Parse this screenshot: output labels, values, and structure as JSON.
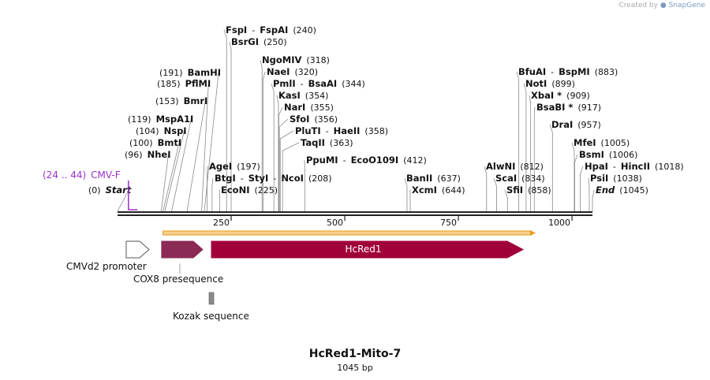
{
  "credit": {
    "created_by": "Created by",
    "brand": "SnapGene"
  },
  "title": "HcRed1-Mito-7",
  "length_label": "1045 bp",
  "sequence_length": 1045,
  "ticks": [
    "250",
    "500",
    "750",
    "1000"
  ],
  "colors": {
    "backbone": "#222222",
    "hcred1": "#a0003a",
    "cox8": "#8b2a55",
    "promoter_fill": "#ffffff",
    "orf": "#e89a1a",
    "kozak": "#8a8a8a",
    "primer": "#9b30c8"
  },
  "primer": {
    "range": "(24 .. 44)",
    "name": "CMV-F",
    "start": 24,
    "end": 44
  },
  "sites": [
    {
      "id": "start",
      "parts": [
        {
          "t": "(0)",
          "k": "pos"
        },
        {
          "t": "Start",
          "k": "name",
          "i": true
        }
      ],
      "pos": 0
    },
    {
      "id": "nhei",
      "parts": [
        {
          "t": "(96)",
          "k": "pos"
        },
        {
          "t": "NheI",
          "k": "name"
        }
      ],
      "pos": 96
    },
    {
      "id": "bmti",
      "parts": [
        {
          "t": "(100)",
          "k": "pos"
        },
        {
          "t": "BmtI",
          "k": "name"
        }
      ],
      "pos": 100
    },
    {
      "id": "nspi",
      "parts": [
        {
          "t": "(104)",
          "k": "pos"
        },
        {
          "t": "NspI",
          "k": "name"
        }
      ],
      "pos": 104
    },
    {
      "id": "mspa1i",
      "parts": [
        {
          "t": "(119)",
          "k": "pos"
        },
        {
          "t": "MspA1I",
          "k": "name"
        }
      ],
      "pos": 119
    },
    {
      "id": "bmri",
      "parts": [
        {
          "t": "(153)",
          "k": "pos"
        },
        {
          "t": "BmrI",
          "k": "name"
        }
      ],
      "pos": 153
    },
    {
      "id": "pflmi",
      "parts": [
        {
          "t": "(185)",
          "k": "pos"
        },
        {
          "t": "PflMI",
          "k": "name"
        }
      ],
      "pos": 185
    },
    {
      "id": "bamhi",
      "parts": [
        {
          "t": "(191)",
          "k": "pos"
        },
        {
          "t": "BamHI",
          "k": "name"
        }
      ],
      "pos": 191
    },
    {
      "id": "agei",
      "parts": [
        {
          "t": "AgeI",
          "k": "name"
        },
        {
          "t": "(197)",
          "k": "pos"
        }
      ],
      "pos": 197
    },
    {
      "id": "btgi",
      "parts": [
        {
          "t": "BtgI",
          "k": "name"
        },
        {
          "t": "-",
          "k": "pos"
        },
        {
          "t": "StyI",
          "k": "name"
        },
        {
          "t": "-",
          "k": "pos"
        },
        {
          "t": "NcoI",
          "k": "name"
        },
        {
          "t": "(208)",
          "k": "pos"
        }
      ],
      "pos": 208
    },
    {
      "id": "econi",
      "parts": [
        {
          "t": "EcoNI",
          "k": "name"
        },
        {
          "t": "(225)",
          "k": "pos"
        }
      ],
      "pos": 225
    },
    {
      "id": "fspi",
      "parts": [
        {
          "t": "FspI",
          "k": "name"
        },
        {
          "t": "-",
          "k": "pos"
        },
        {
          "t": "FspAI",
          "k": "name"
        },
        {
          "t": "(240)",
          "k": "pos"
        }
      ],
      "pos": 240
    },
    {
      "id": "bsrgi",
      "parts": [
        {
          "t": "BsrGI",
          "k": "name"
        },
        {
          "t": "(250)",
          "k": "pos"
        }
      ],
      "pos": 250
    },
    {
      "id": "ngomiv",
      "parts": [
        {
          "t": "NgoMIV",
          "k": "name"
        },
        {
          "t": "(318)",
          "k": "pos"
        }
      ],
      "pos": 318
    },
    {
      "id": "naei",
      "parts": [
        {
          "t": "NaeI",
          "k": "name"
        },
        {
          "t": "(320)",
          "k": "pos"
        }
      ],
      "pos": 320
    },
    {
      "id": "pmli",
      "parts": [
        {
          "t": "PmlI",
          "k": "name"
        },
        {
          "t": "-",
          "k": "pos"
        },
        {
          "t": "BsaAI",
          "k": "name"
        },
        {
          "t": "(344)",
          "k": "pos"
        }
      ],
      "pos": 344
    },
    {
      "id": "kasi",
      "parts": [
        {
          "t": "KasI",
          "k": "name"
        },
        {
          "t": "(354)",
          "k": "pos"
        }
      ],
      "pos": 354
    },
    {
      "id": "nari",
      "parts": [
        {
          "t": "NarI",
          "k": "name"
        },
        {
          "t": "(355)",
          "k": "pos"
        }
      ],
      "pos": 355
    },
    {
      "id": "sfoi",
      "parts": [
        {
          "t": "SfoI",
          "k": "name"
        },
        {
          "t": "(356)",
          "k": "pos"
        }
      ],
      "pos": 356
    },
    {
      "id": "pluti",
      "parts": [
        {
          "t": "PluTI",
          "k": "name"
        },
        {
          "t": "-",
          "k": "pos"
        },
        {
          "t": "HaeII",
          "k": "name"
        },
        {
          "t": "(358)",
          "k": "pos"
        }
      ],
      "pos": 358
    },
    {
      "id": "taqii",
      "parts": [
        {
          "t": "TaqII",
          "k": "name"
        },
        {
          "t": "(363)",
          "k": "pos"
        }
      ],
      "pos": 363
    },
    {
      "id": "ppumi",
      "parts": [
        {
          "t": "PpuMI",
          "k": "name"
        },
        {
          "t": "-",
          "k": "pos"
        },
        {
          "t": "EcoO109I",
          "k": "name"
        },
        {
          "t": "(412)",
          "k": "pos"
        }
      ],
      "pos": 412
    },
    {
      "id": "banii",
      "parts": [
        {
          "t": "BanII",
          "k": "name"
        },
        {
          "t": "(637)",
          "k": "pos"
        }
      ],
      "pos": 637
    },
    {
      "id": "xcmi",
      "parts": [
        {
          "t": "XcmI",
          "k": "name"
        },
        {
          "t": "(644)",
          "k": "pos"
        }
      ],
      "pos": 644
    },
    {
      "id": "alwni",
      "parts": [
        {
          "t": "AlwNI",
          "k": "name"
        },
        {
          "t": "(812)",
          "k": "pos"
        }
      ],
      "pos": 812
    },
    {
      "id": "scai",
      "parts": [
        {
          "t": "ScaI",
          "k": "name"
        },
        {
          "t": "(834)",
          "k": "pos"
        }
      ],
      "pos": 834
    },
    {
      "id": "sfii",
      "parts": [
        {
          "t": "SfiI",
          "k": "name"
        },
        {
          "t": "(858)",
          "k": "pos"
        }
      ],
      "pos": 858
    },
    {
      "id": "bfuai",
      "parts": [
        {
          "t": "BfuAI",
          "k": "name"
        },
        {
          "t": "-",
          "k": "pos"
        },
        {
          "t": "BspMI",
          "k": "name"
        },
        {
          "t": "(883)",
          "k": "pos"
        }
      ],
      "pos": 883
    },
    {
      "id": "noti",
      "parts": [
        {
          "t": "NotI",
          "k": "name"
        },
        {
          "t": "(899)",
          "k": "pos"
        }
      ],
      "pos": 899
    },
    {
      "id": "xbai",
      "parts": [
        {
          "t": "XbaI *",
          "k": "name"
        },
        {
          "t": "(909)",
          "k": "pos"
        }
      ],
      "pos": 909
    },
    {
      "id": "bsabi",
      "parts": [
        {
          "t": "BsaBI *",
          "k": "name"
        },
        {
          "t": "(917)",
          "k": "pos"
        }
      ],
      "pos": 917
    },
    {
      "id": "drai",
      "parts": [
        {
          "t": "DraI",
          "k": "name"
        },
        {
          "t": "(957)",
          "k": "pos"
        }
      ],
      "pos": 957
    },
    {
      "id": "mfei",
      "parts": [
        {
          "t": "MfeI",
          "k": "name"
        },
        {
          "t": "(1005)",
          "k": "pos"
        }
      ],
      "pos": 1005
    },
    {
      "id": "bsmi",
      "parts": [
        {
          "t": "BsmI",
          "k": "name"
        },
        {
          "t": "(1006)",
          "k": "pos"
        }
      ],
      "pos": 1006
    },
    {
      "id": "hpai",
      "parts": [
        {
          "t": "HpaI",
          "k": "name"
        },
        {
          "t": "-",
          "k": "pos"
        },
        {
          "t": "HincII",
          "k": "name"
        },
        {
          "t": "(1018)",
          "k": "pos"
        }
      ],
      "pos": 1018
    },
    {
      "id": "psii",
      "parts": [
        {
          "t": "PsiI",
          "k": "name"
        },
        {
          "t": "(1038)",
          "k": "pos"
        }
      ],
      "pos": 1038
    },
    {
      "id": "end",
      "parts": [
        {
          "t": "End",
          "k": "name",
          "i": true
        },
        {
          "t": "(1045)",
          "k": "pos"
        }
      ],
      "pos": 1045
    }
  ],
  "features": [
    {
      "id": "cmvd2",
      "name": "CMVd2 promoter",
      "start": 1,
      "end": 50,
      "type": "promoter"
    },
    {
      "id": "cox8",
      "name": "COX8 presequence",
      "start": 97,
      "end": 184,
      "type": "signal"
    },
    {
      "id": "hcred1",
      "name": "HcRed1",
      "start": 220,
      "end": 914,
      "type": "cds"
    },
    {
      "id": "kozak",
      "name": "Kozak sequence",
      "start": 207,
      "end": 216,
      "type": "misc"
    },
    {
      "id": "orf",
      "name": "",
      "start": 100,
      "end": 920,
      "type": "orf"
    }
  ]
}
